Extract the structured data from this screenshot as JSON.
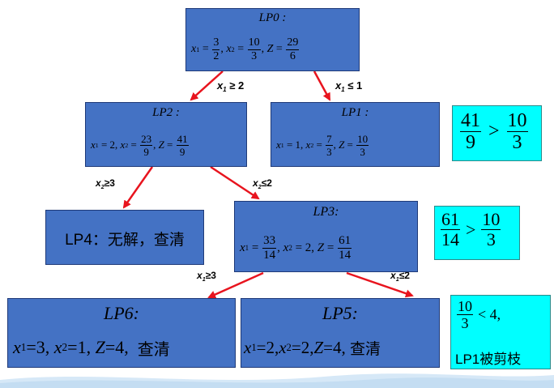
{
  "nodes": {
    "lp0": {
      "title": "LP0 :",
      "v1": "x",
      "s1": "1",
      "f1": [
        "3",
        "2"
      ],
      "v2": "x",
      "s2": "2",
      "f2": [
        "10",
        "3"
      ],
      "v3": "Z",
      "f3": [
        "29",
        "6"
      ]
    },
    "lp2": {
      "title": "LP2 :",
      "v1": "x",
      "s1": "1",
      "n1": "2",
      "v2": "x",
      "s2": "2",
      "f2": [
        "23",
        "9"
      ],
      "v3": "Z",
      "f3": [
        "41",
        "9"
      ]
    },
    "lp1": {
      "title": "LP1 :",
      "v1": "x",
      "s1": "1",
      "n1": "1",
      "v2": "x",
      "s2": "2",
      "f2": [
        "7",
        "3"
      ],
      "v3": "Z",
      "f3": [
        "10",
        "3"
      ]
    },
    "lp4": {
      "text": "LP4：无解，查清"
    },
    "lp3": {
      "title": "LP3:",
      "v1": "x",
      "s1": "1",
      "f1": [
        "33",
        "14"
      ],
      "v2": "x",
      "s2": "2",
      "n2": "2",
      "v3": "Z",
      "f3": [
        "61",
        "14"
      ]
    },
    "lp6": {
      "title": "LP6:",
      "v1": "x",
      "s1": "1",
      "n1": "3",
      "v2": "x",
      "s2": "2",
      "n2": "1",
      "v3": "Z",
      "n3": "4",
      "tail": "查清"
    },
    "lp5": {
      "title": "LP5:",
      "v1": "x",
      "s1": "1",
      "n1": "2",
      "v2": "x",
      "s2": "2",
      "n2": "2",
      "v3": "Z",
      "n3": "4",
      "tail": "查清"
    }
  },
  "edges": {
    "e1": {
      "var": "x",
      "sub": "1",
      "op": "≥ 2"
    },
    "e2": {
      "var": "x",
      "sub": "1",
      "op": "≤ 1"
    },
    "e3": {
      "var": "x",
      "sub": "2",
      "op": "≥3"
    },
    "e4": {
      "var": "x",
      "sub": "2",
      "op": "≤2"
    },
    "e5": {
      "var": "x",
      "sub": "1",
      "op": "≥3"
    },
    "e6": {
      "var": "x",
      "sub": "1",
      "op": "≤2"
    }
  },
  "notes": {
    "n1": {
      "left": [
        "41",
        "9"
      ],
      "op": ">",
      "right": [
        "10",
        "3"
      ]
    },
    "n2": {
      "left": [
        "61",
        "14"
      ],
      "op": ">",
      "right": [
        "10",
        "3"
      ]
    },
    "n3": {
      "frac": [
        "10",
        "3"
      ],
      "rest": "< 4,",
      "text": "LP1被剪枝"
    }
  },
  "colors": {
    "node": "#4472c4",
    "note": "#00ffff",
    "arrow": "#e8141e"
  }
}
